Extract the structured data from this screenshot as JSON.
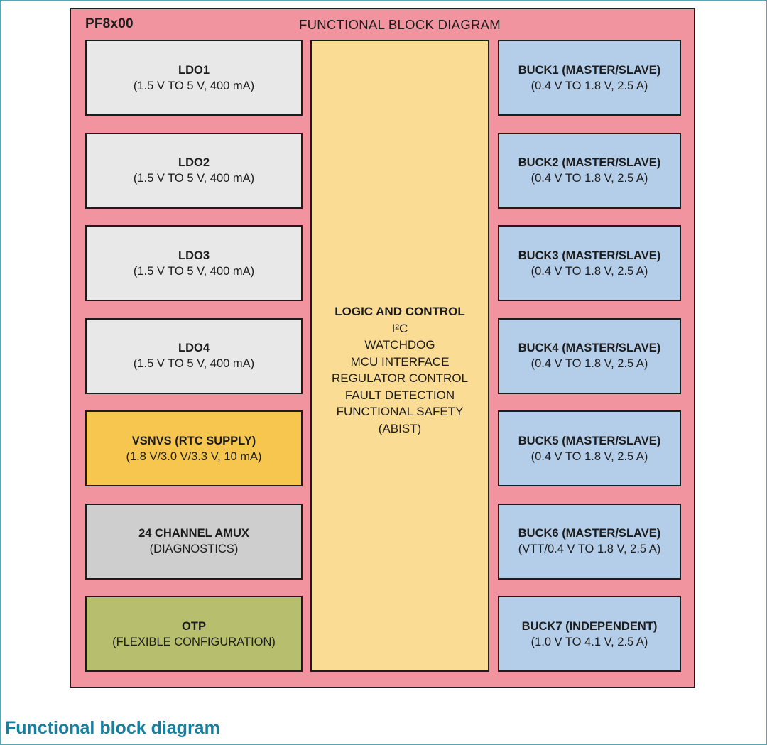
{
  "page": {
    "border_color": "#55a5b5",
    "caption": "Functional block diagram",
    "caption_color": "#167e9e"
  },
  "diagram": {
    "part_label": "PF8x00",
    "title": "FUNCTIONAL BLOCK DIAGRAM",
    "bg_color": "#f2949f",
    "block_border_color": "#1c1c1c",
    "colors": {
      "ldo": "#e8e8e8",
      "vsnvs": "#f7c64e",
      "amux": "#cecece",
      "otp": "#b7be6e",
      "logic": "#fbdc95",
      "buck": "#b4cde9"
    },
    "left_blocks": [
      {
        "name": "LDO1",
        "detail": "(1.5 V TO 5 V, 400 mA)"
      },
      {
        "name": "LDO2",
        "detail": "(1.5 V TO 5 V, 400 mA)"
      },
      {
        "name": "LDO3",
        "detail": "(1.5 V TO 5 V, 400 mA)"
      },
      {
        "name": "LDO4",
        "detail": "(1.5 V TO 5 V, 400 mA)"
      },
      {
        "name": "VSNVS (RTC SUPPLY)",
        "detail": "(1.8 V/3.0 V/3.3 V, 10 mA)"
      },
      {
        "name": "24 CHANNEL AMUX",
        "detail": "(DIAGNOSTICS)"
      },
      {
        "name": "OTP",
        "detail": "(FLEXIBLE CONFIGURATION)"
      }
    ],
    "center_block": {
      "title": "LOGIC AND CONTROL",
      "lines": [
        "I²C",
        "WATCHDOG",
        "MCU INTERFACE",
        "REGULATOR CONTROL",
        "FAULT DETECTION",
        "FUNCTIONAL SAFETY",
        "(ABIST)"
      ]
    },
    "right_blocks": [
      {
        "name": "BUCK1 (MASTER/SLAVE)",
        "detail": "(0.4 V TO 1.8 V, 2.5 A)"
      },
      {
        "name": "BUCK2 (MASTER/SLAVE)",
        "detail": "(0.4 V TO 1.8 V, 2.5 A)"
      },
      {
        "name": "BUCK3 (MASTER/SLAVE)",
        "detail": "(0.4 V TO 1.8 V, 2.5 A)"
      },
      {
        "name": "BUCK4 (MASTER/SLAVE)",
        "detail": "(0.4 V TO 1.8 V, 2.5 A)"
      },
      {
        "name": "BUCK5 (MASTER/SLAVE)",
        "detail": "(0.4 V TO 1.8 V, 2.5 A)"
      },
      {
        "name": "BUCK6 (MASTER/SLAVE)",
        "detail": "(VTT/0.4 V TO 1.8 V, 2.5 A)"
      },
      {
        "name": "BUCK7 (INDEPENDENT)",
        "detail": "(1.0 V TO 4.1 V, 2.5 A)"
      }
    ]
  }
}
